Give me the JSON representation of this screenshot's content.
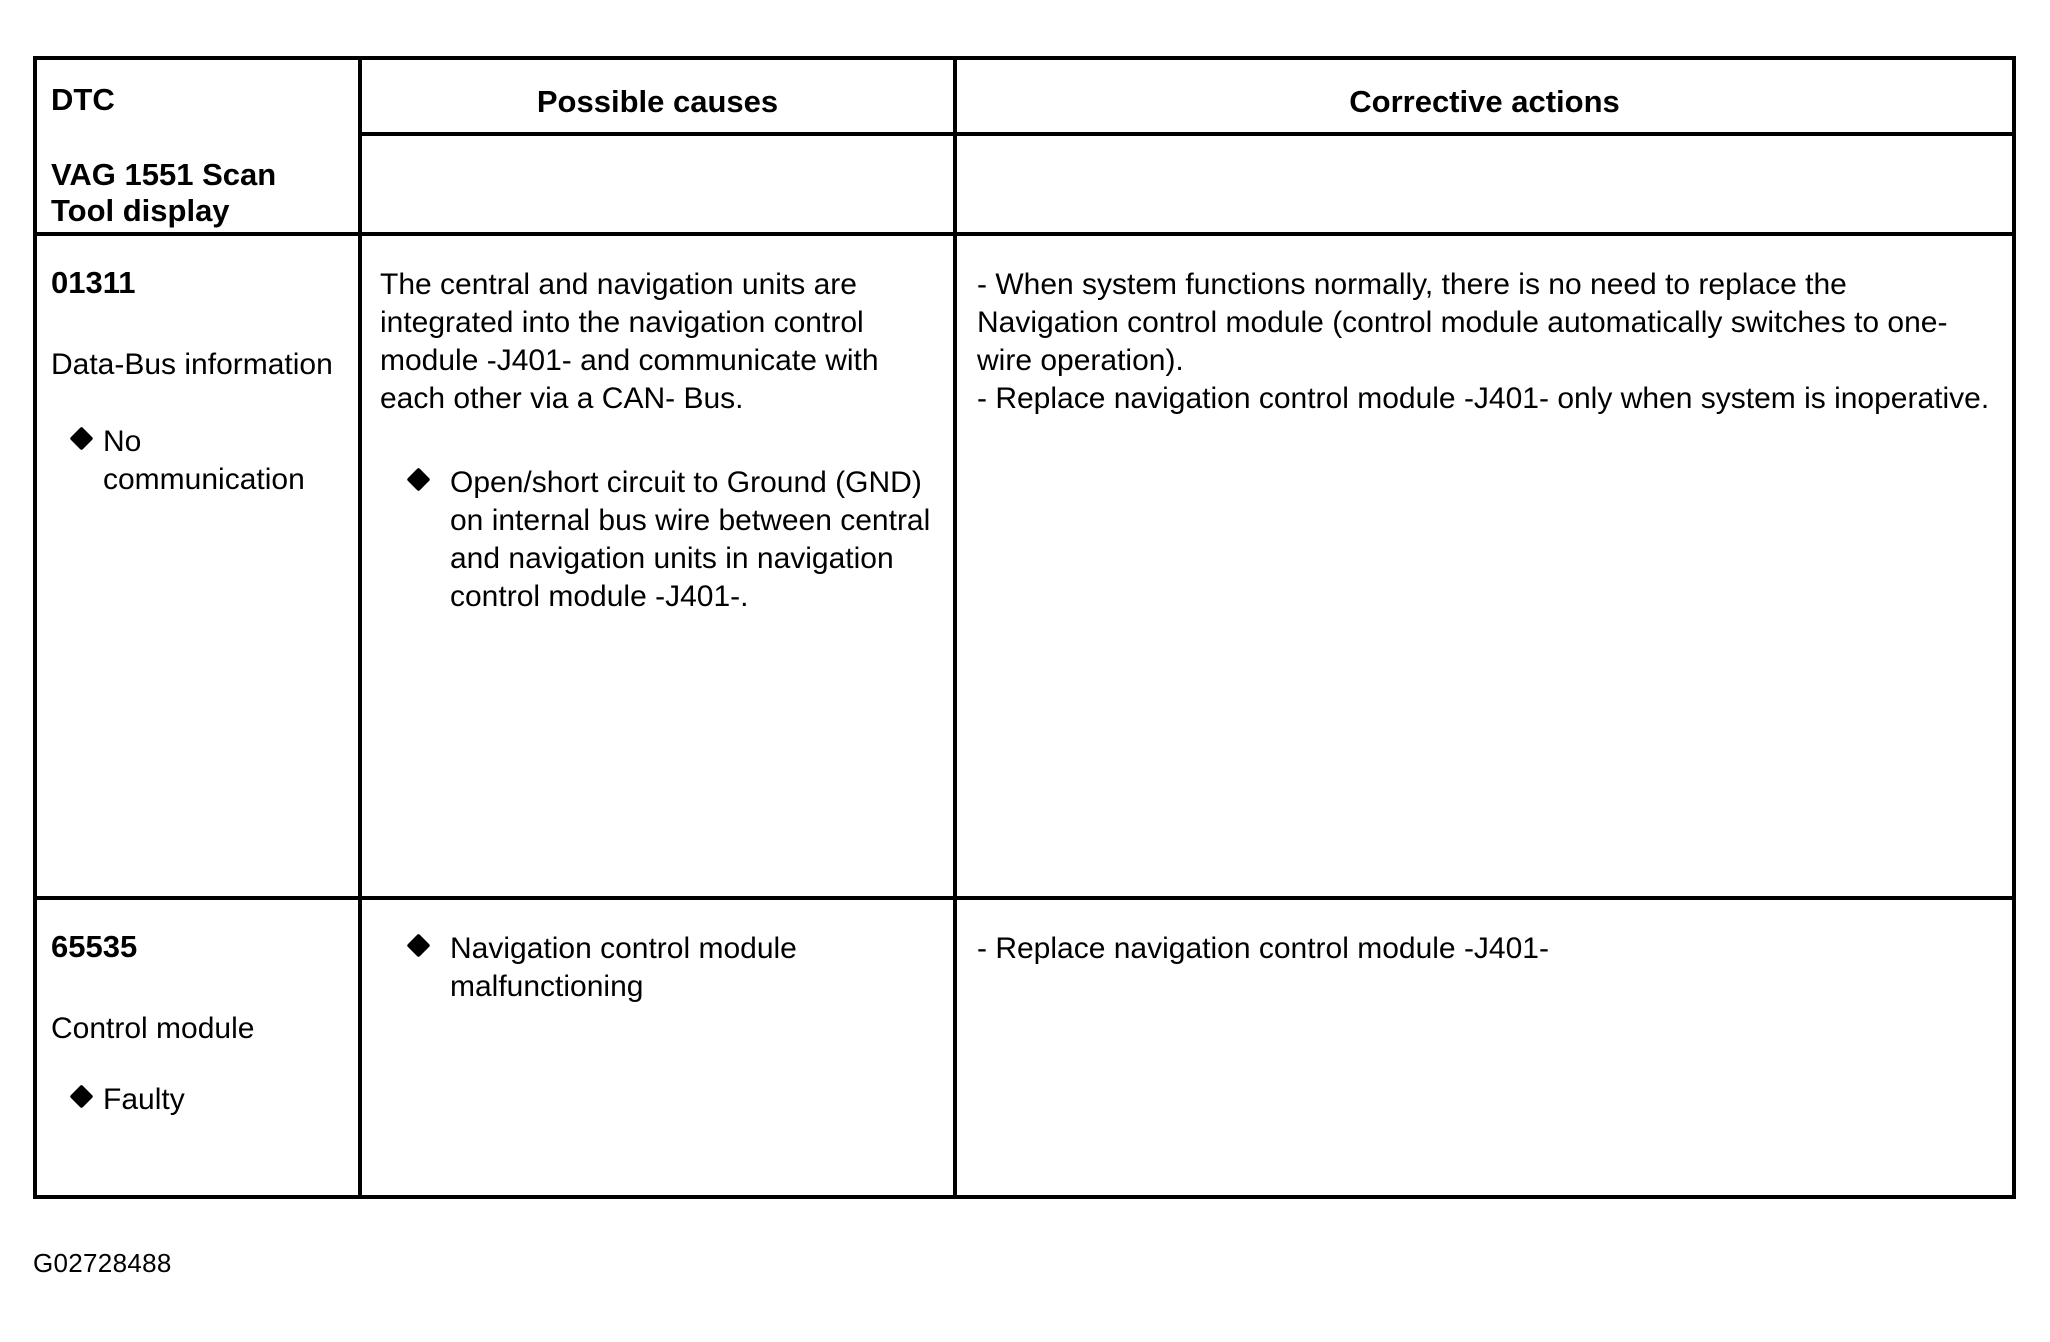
{
  "table": {
    "headers": {
      "dtc": "DTC",
      "dtc_sub": "VAG 1551 Scan\nTool display",
      "possible_causes": "Possible causes",
      "corrective_actions": "Corrective actions"
    },
    "rows": [
      {
        "code": "01311",
        "description": "Data-Bus information",
        "status_bullets": [
          "No communication"
        ],
        "causes_paragraph": "The central and navigation units are integrated into the navigation control module -J401- and communicate with each other via a CAN- Bus.",
        "causes_bullets": [
          "Open/short circuit to Ground (GND) on internal bus wire between central and navigation units in navigation control module -J401-."
        ],
        "actions_paragraphs": [
          "- When system functions normally, there is no need to replace the Navigation control module (control module automatically switches to one-wire operation).",
          "- Replace navigation control module -J401- only when system is inoperative."
        ]
      },
      {
        "code": "65535",
        "description": "Control module",
        "status_bullets": [
          "Faulty"
        ],
        "causes_paragraph": "",
        "causes_bullets": [
          "Navigation control module malfunctioning"
        ],
        "actions_paragraphs": [
          "- Replace navigation control module -J401-"
        ]
      }
    ]
  },
  "footer": {
    "figure_code": "G02728488"
  },
  "colors": {
    "border": "#000000",
    "text": "#000000",
    "background": "#ffffff"
  }
}
